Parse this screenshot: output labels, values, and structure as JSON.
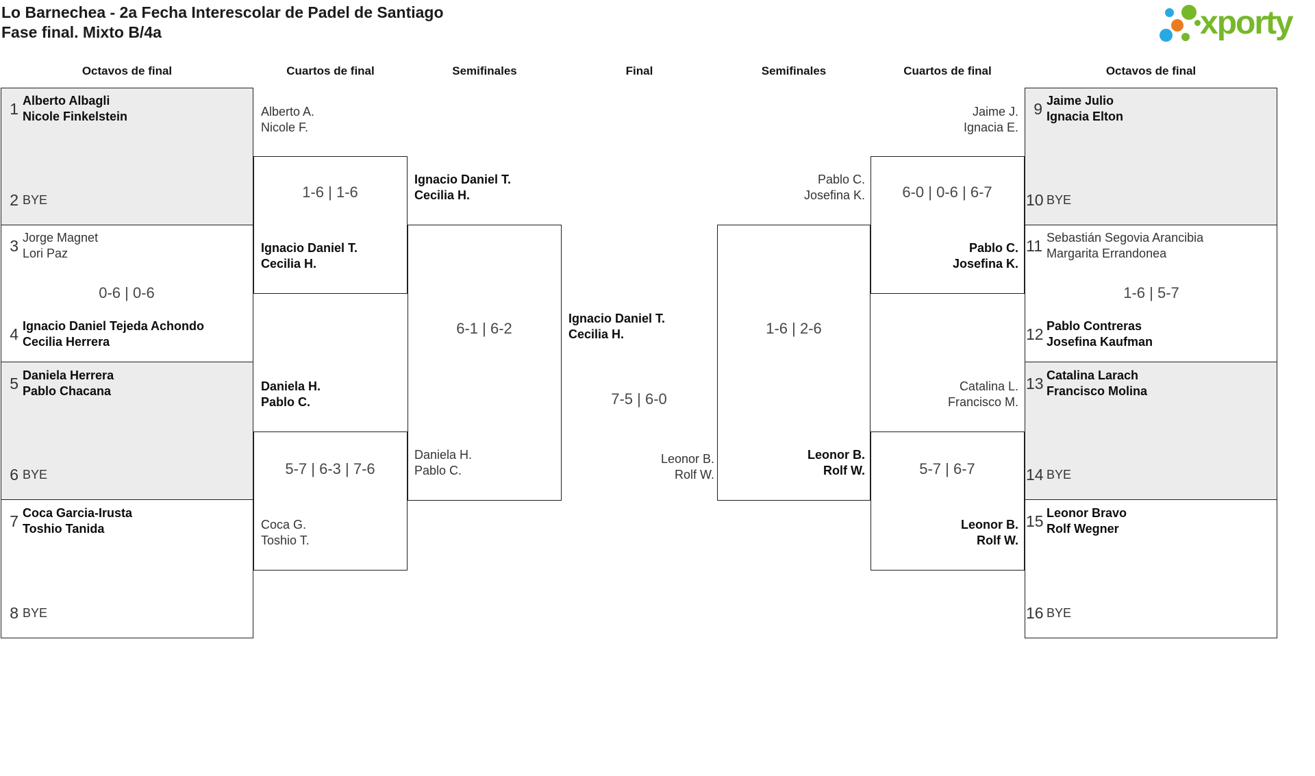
{
  "title": {
    "line1": "Lo Barnechea - 2a Fecha Interescolar de Padel de Santiago",
    "line2": "Fase final. Mixto B/4a"
  },
  "logo": {
    "wordmark": "xporty"
  },
  "colors": {
    "logo_green": "#76b82a",
    "logo_blue": "#29a9e1",
    "logo_orange": "#e87c1e",
    "shaded_box": "#ececec",
    "bracket_line": "#1f1f1f"
  },
  "headers": {
    "oct_left": "Octavos de final",
    "qf_left": "Cuartos de final",
    "sf_left": "Semifinales",
    "final": "Final",
    "sf_right": "Semifinales",
    "qf_right": "Cuartos de final",
    "oct_right": "Octavos de final"
  },
  "slots": [
    {
      "seed": "1",
      "l1": "Alberto Albagli",
      "l2": "Nicole Finkelstein"
    },
    {
      "seed": "2",
      "l1": "BYE"
    },
    {
      "seed": "3",
      "l1": "Jorge Magnet",
      "l2": "Lori Paz"
    },
    {
      "seed": "4",
      "l1": "Ignacio Daniel Tejeda Achondo",
      "l2": "Cecilia Herrera"
    },
    {
      "seed": "5",
      "l1": "Daniela Herrera",
      "l2": "Pablo Chacana"
    },
    {
      "seed": "6",
      "l1": "BYE"
    },
    {
      "seed": "7",
      "l1": "Coca Garcia-Irusta",
      "l2": "Toshio Tanida"
    },
    {
      "seed": "8",
      "l1": "BYE"
    },
    {
      "seed": "9",
      "l1": "Jaime Julio",
      "l2": "Ignacia Elton"
    },
    {
      "seed": "10",
      "l1": "BYE"
    },
    {
      "seed": "11",
      "l1": "Sebastián Segovia Arancibia",
      "l2": "Margarita Errandonea"
    },
    {
      "seed": "12",
      "l1": "Pablo Contreras",
      "l2": "Josefina Kaufman"
    },
    {
      "seed": "13",
      "l1": "Catalina Larach",
      "l2": "Francisco Molina"
    },
    {
      "seed": "14",
      "l1": "BYE"
    },
    {
      "seed": "15",
      "l1": "Leonor Bravo",
      "l2": "Rolf Wegner"
    },
    {
      "seed": "16",
      "l1": "BYE"
    }
  ],
  "labels": {
    "qf_l1_top": {
      "l1": "Alberto A.",
      "l2": "Nicole F."
    },
    "qf_l1_bot": {
      "l1": "Ignacio Daniel T.",
      "l2": "Cecilia H."
    },
    "qf_l2_top": {
      "l1": "Daniela H.",
      "l2": "Pablo C."
    },
    "qf_l2_bot": {
      "l1": "Coca G.",
      "l2": "Toshio T."
    },
    "sf_l_top": {
      "l1": "Ignacio Daniel T.",
      "l2": "Cecilia H."
    },
    "sf_l_bot": {
      "l1": "Daniela H.",
      "l2": "Pablo C."
    },
    "final_top": {
      "l1": "Ignacio Daniel T.",
      "l2": "Cecilia H."
    },
    "final_bot": {
      "l1": "Leonor B.",
      "l2": "Rolf W."
    },
    "sf_r_top": {
      "l1": "Pablo C.",
      "l2": "Josefina K."
    },
    "sf_r_bot": {
      "l1": "Leonor B.",
      "l2": "Rolf W."
    },
    "qf_r1_top": {
      "l1": "Jaime J.",
      "l2": "Ignacia E."
    },
    "qf_r1_bot": {
      "l1": "Pablo C.",
      "l2": "Josefina K."
    },
    "qf_r2_top": {
      "l1": "Catalina L.",
      "l2": "Francisco M."
    },
    "qf_r2_bot": {
      "l1": "Leonor B.",
      "l2": "Rolf W."
    }
  },
  "scores": {
    "oct_left": "0-6 | 0-6",
    "oct_right": "1-6 | 5-7",
    "qf_l1": "1-6 | 1-6",
    "qf_l2": "5-7 | 6-3 | 7-6",
    "sf_l": "6-1 | 6-2",
    "final": "7-5 | 6-0",
    "sf_r": "1-6 | 2-6",
    "qf_r1": "6-0 | 0-6 | 6-7",
    "qf_r2": "5-7 | 6-7"
  }
}
